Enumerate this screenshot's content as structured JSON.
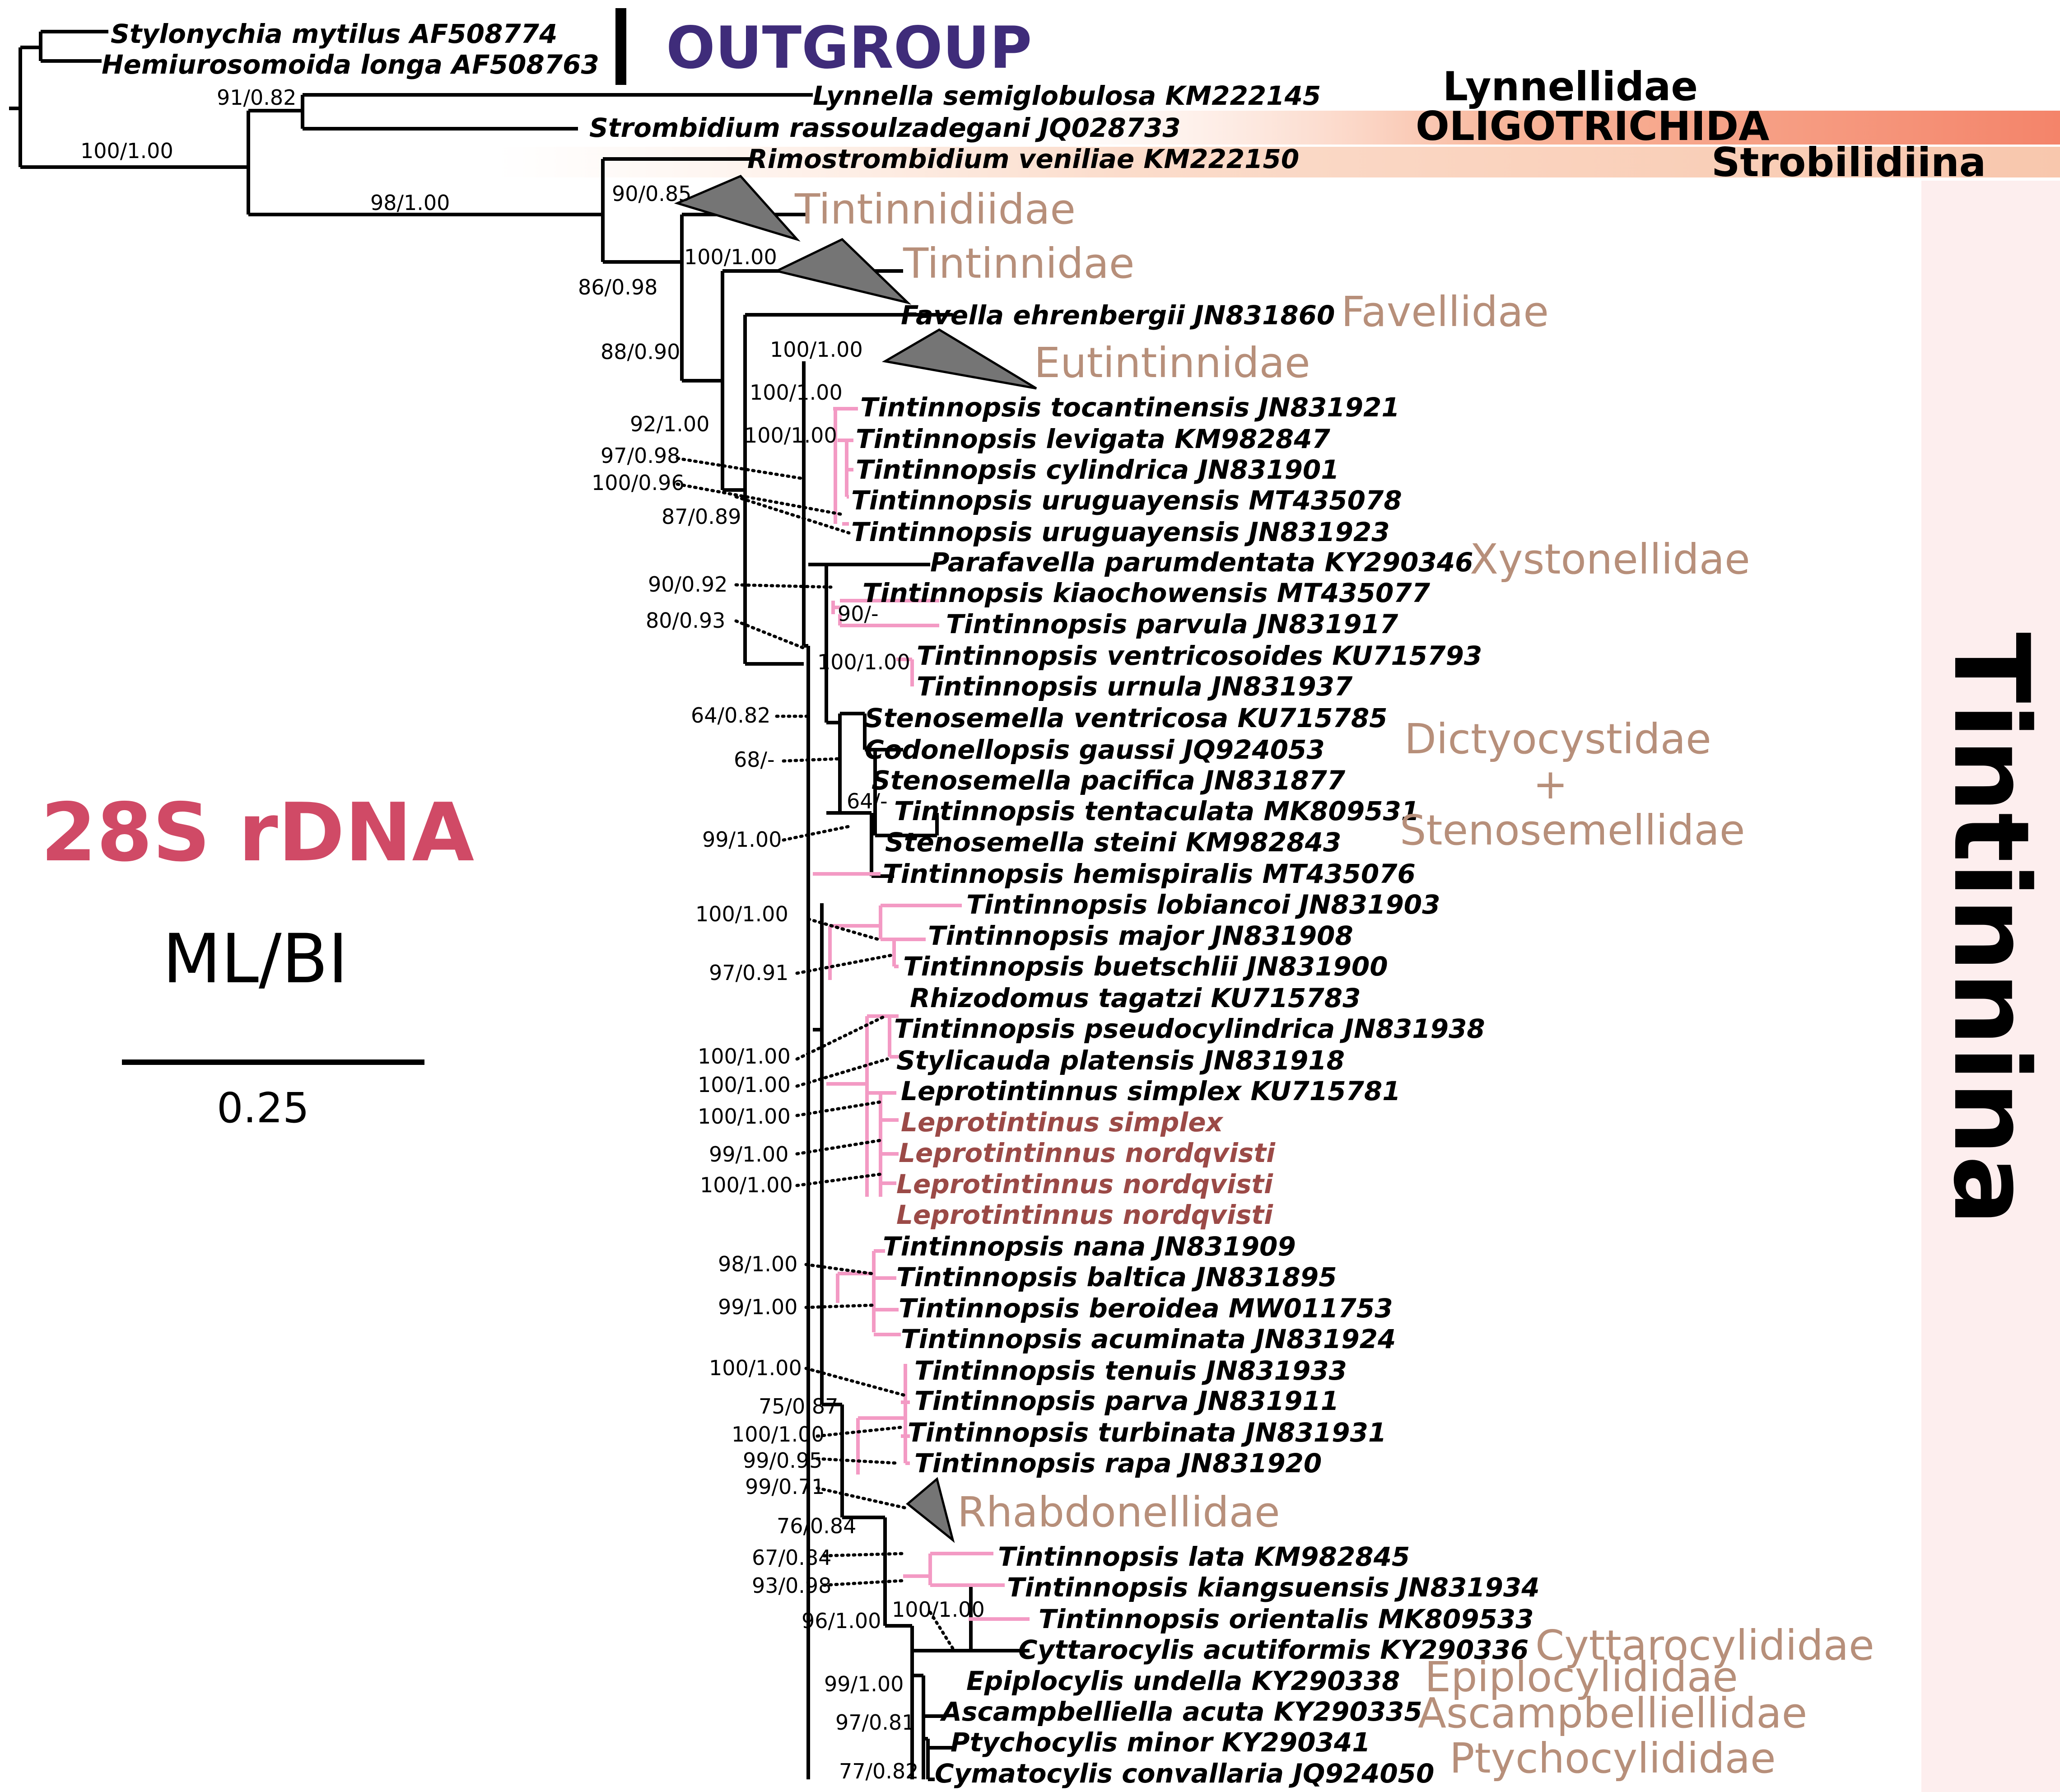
{
  "colors": {
    "outgroup_text": "#3f2c7a",
    "family_text": "#b78f7a",
    "highlight_taxon": "#9b4a47",
    "pink_branch": "#f39ac4",
    "panel_title": "#d04a66",
    "oligotrichida_band": "#f49273",
    "strobilidiina_band": "#fad3bf",
    "tintinnina_band": "#fdeeee"
  },
  "legend": {
    "marker": "28S rDNA",
    "method": "ML/BI",
    "scale_label": "0.25"
  },
  "group_labels": {
    "outgroup": "OUTGROUP",
    "lynnellidae": "Lynnellidae",
    "oligotrichida": "OLIGOTRICHIDA",
    "strobilidiina": "Strobilidiina",
    "tintinnina": "Tintinnina"
  },
  "taxa": [
    "Stylonychia mytilus AF508774",
    "Hemiurosomoida longa AF508763",
    "Lynnella semiglobulosa KM222145",
    "Strombidium rassoulzadegani JQ028733",
    "Rimostrombidium veniliae KM222150",
    "Favella ehrenbergii JN831860",
    "Tintinnopsis tocantinensis JN831921",
    "Tintinnopsis levigata KM982847",
    "Tintinnopsis cylindrica JN831901",
    "Tintinnopsis uruguayensis MT435078",
    "Tintinnopsis uruguayensis JN831923",
    "Parafavella parumdentata KY290346",
    "Tintinnopsis kiaochowensis MT435077",
    "Tintinnopsis parvula JN831917",
    "Tintinnopsis ventricosoides KU715793",
    "Tintinnopsis urnula JN831937",
    "Stenosemella ventricosa KU715785",
    "Codonellopsis gaussi JQ924053",
    "Stenosemella pacifica JN831877",
    "Tintinnopsis tentaculata MK809531",
    "Stenosemella steini KM982843",
    "Tintinnopsis hemispiralis MT435076",
    "Tintinnopsis lobiancoi JN831903",
    "Tintinnopsis major JN831908",
    "Tintinnopsis buetschlii JN831900",
    "Rhizodomus tagatzi KU715783",
    "Tintinnopsis pseudocylindrica JN831938",
    "Stylicauda platensis JN831918",
    "Leprotintinnus simplex KU715781",
    "Leprotintinus simplex",
    "Leprotintinnus nordqvisti",
    "Leprotintinnus nordqvisti",
    "Leprotintinnus nordqvisti",
    "Tintinnopsis nana JN831909",
    "Tintinnopsis baltica JN831895",
    "Tintinnopsis beroidea MW011753",
    "Tintinnopsis acuminata JN831924",
    "Tintinnopsis tenuis JN831933",
    "Tintinnopsis parva JN831911",
    "Tintinnopsis turbinata JN831931",
    "Tintinnopsis rapa JN831920",
    "Tintinnopsis lata KM982845",
    "Tintinnopsis kiangsuensis JN831934",
    "Tintinnopsis orientalis MK809533",
    "Cyttarocylis acutiformis KY290336",
    "Epiplocylis undella KY290338",
    "Ascampbelliella acuta KY290335",
    "Ptychocylis minor KY290341",
    "Cymatocylis convallaria JQ924050"
  ],
  "families": [
    "Tintinnidiidae",
    "Tintinnidae",
    "Favellidae",
    "Eutintinnidae",
    "Xystonellidae",
    "Dictyocystidae",
    "+",
    "Stenosemellidae",
    "Rhabdonellidae",
    "Cyttarocylididae",
    "Epiplocylididae",
    "Ascampbelliellidae",
    "Ptychocylididae"
  ],
  "support_values": [
    "91/0.82",
    "100/1.00",
    "98/1.00",
    "90/0.85",
    "86/0.98",
    "100/1.00",
    "88/0.90",
    "100/1.00",
    "92/1.00",
    "100/1.00",
    "100/1.00",
    "97/0.98",
    "100/0.96",
    "87/0.89",
    "90/0.92",
    "80/0.93",
    "90/-",
    "100/1.00",
    "64/0.82",
    "68/-",
    "64/-",
    "99/1.00",
    "100/1.00",
    "97/0.91",
    "100/1.00",
    "100/1.00",
    "100/1.00",
    "99/1.00",
    "100/1.00",
    "98/1.00",
    "99/1.00",
    "100/1.00",
    "75/0.87",
    "100/1.00",
    "99/0.95",
    "99/0.71",
    "76/0.84",
    "67/0.84",
    "93/0.98",
    "100/1.00",
    "96/1.00",
    "99/1.00",
    "97/0.81",
    "77/0.82"
  ]
}
